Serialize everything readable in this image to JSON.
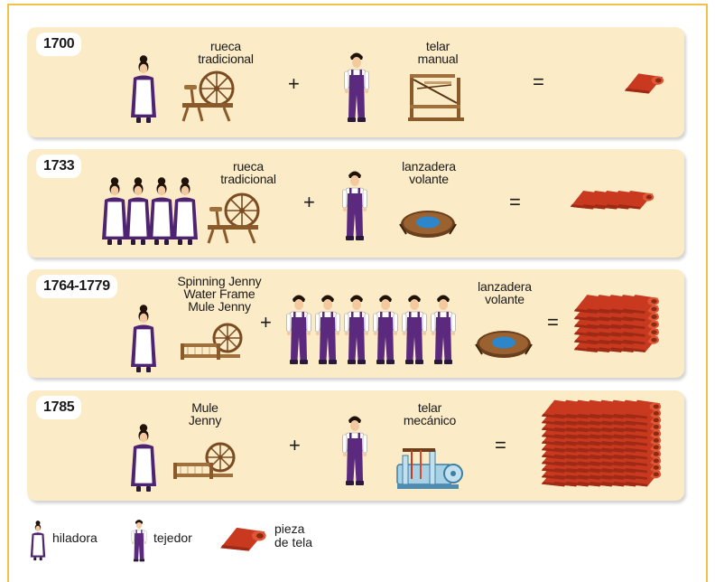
{
  "rows": [
    {
      "year": "1700",
      "spin_label": "rueca\ntradicional",
      "plus": "+",
      "weave_label": "telar\nmanual",
      "equals": "="
    },
    {
      "year": "1733",
      "spin_label": "rueca\ntradicional",
      "plus": "+",
      "weave_label": "lanzadera\nvolante",
      "equals": "="
    },
    {
      "year": "1764-1779",
      "spin_label": "Spinning Jenny\nWater Frame\nMule Jenny",
      "plus": "+",
      "weave_label": "lanzadera\nvolante",
      "equals": "="
    },
    {
      "year": "1785",
      "spin_label": "Mule\nJenny",
      "plus": "+",
      "weave_label": "telar\nmecánico",
      "equals": "="
    }
  ],
  "legend": {
    "spinner": "hiladora",
    "weaver": "tejedor",
    "cloth": "pieza\nde tela"
  },
  "colors": {
    "row_bg": "#fcebc7",
    "frame": "#f1c24a",
    "overalls": "#5b2a7e",
    "wood": "#8b5a2b",
    "cloth": "#d9482b",
    "shuttle": "#2c86c9"
  },
  "icons": [
    "spinner-icon",
    "weaver-icon",
    "spinning-wheel-icon",
    "hand-loom-icon",
    "flying-shuttle-icon",
    "power-loom-icon",
    "cloth-roll-icon"
  ]
}
